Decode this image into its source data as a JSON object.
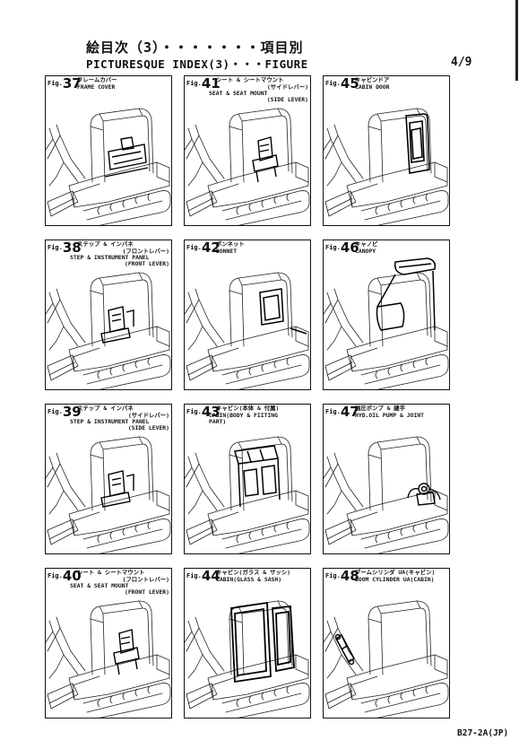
{
  "header": {
    "title_ja": "絵目次（3）・・・・・・・項目別",
    "title_en": "PICTURESQUE INDEX(3)・・・FIGURE",
    "page": "4/9"
  },
  "figures": [
    {
      "prefix": "Fig.",
      "num": "37",
      "ja": "フレームカバー",
      "en": [
        "FRAME COVER"
      ],
      "highlight": "frame"
    },
    {
      "prefix": "Fig.",
      "num": "41",
      "ja": "シート & シートマウント",
      "en": [
        "(サイドレバー)",
        "SEAT & SEAT MOUNT",
        "(SIDE LEVER)"
      ],
      "highlight": "seat"
    },
    {
      "prefix": "Fig.",
      "num": "45",
      "ja": "キャビンドア",
      "en": [
        "CABIN DOOR"
      ],
      "highlight": "door"
    },
    {
      "prefix": "Fig.",
      "num": "38",
      "ja": "ステップ & インパネ",
      "en": [
        "(フロントレバー)",
        "STEP & INSTRUMENT PANEL",
        "(FRONT LEVER)"
      ],
      "highlight": "step"
    },
    {
      "prefix": "Fig.",
      "num": "42",
      "ja": "ボンネット",
      "en": [
        "BONNET"
      ],
      "highlight": "bonnet"
    },
    {
      "prefix": "Fig.",
      "num": "46",
      "ja": "キャノピ",
      "en": [
        "CANOPY"
      ],
      "highlight": "canopy"
    },
    {
      "prefix": "Fig.",
      "num": "39",
      "ja": "ステップ & インパネ",
      "en": [
        "(サイドレバー)",
        "STEP & INSTRUMENT PANEL",
        "(SIDE LEVER)"
      ],
      "highlight": "step"
    },
    {
      "prefix": "Fig.",
      "num": "43",
      "ja": "キャビン(本体 & 付属)",
      "en": [
        "CABIN(BODY & FIITING",
        "PART)"
      ],
      "highlight": "cabin"
    },
    {
      "prefix": "Fig.",
      "num": "47",
      "ja": "油圧ポンプ & 継手",
      "en": [
        "HYD.OIL PUMP & JOINT"
      ],
      "highlight": "pump"
    },
    {
      "prefix": "Fig.",
      "num": "40",
      "ja": "シート & シートマウント",
      "en": [
        "(フロントレバー)",
        "SEAT & SEAT MOUNT",
        "(FRONT LEVER)"
      ],
      "highlight": "seat"
    },
    {
      "prefix": "Fig.",
      "num": "44",
      "ja": "キャビン(ガラス & サッシ)",
      "en": [
        "CABIN(GLASS & SASH)"
      ],
      "highlight": "glass"
    },
    {
      "prefix": "Fig.",
      "num": "48",
      "ja": "ブームシリンダ UA(キャビン)",
      "en": [
        "BOOM CYLINDER UA(CABIN)"
      ],
      "highlight": "boom"
    }
  ],
  "footer": "B27-2A(JP)"
}
